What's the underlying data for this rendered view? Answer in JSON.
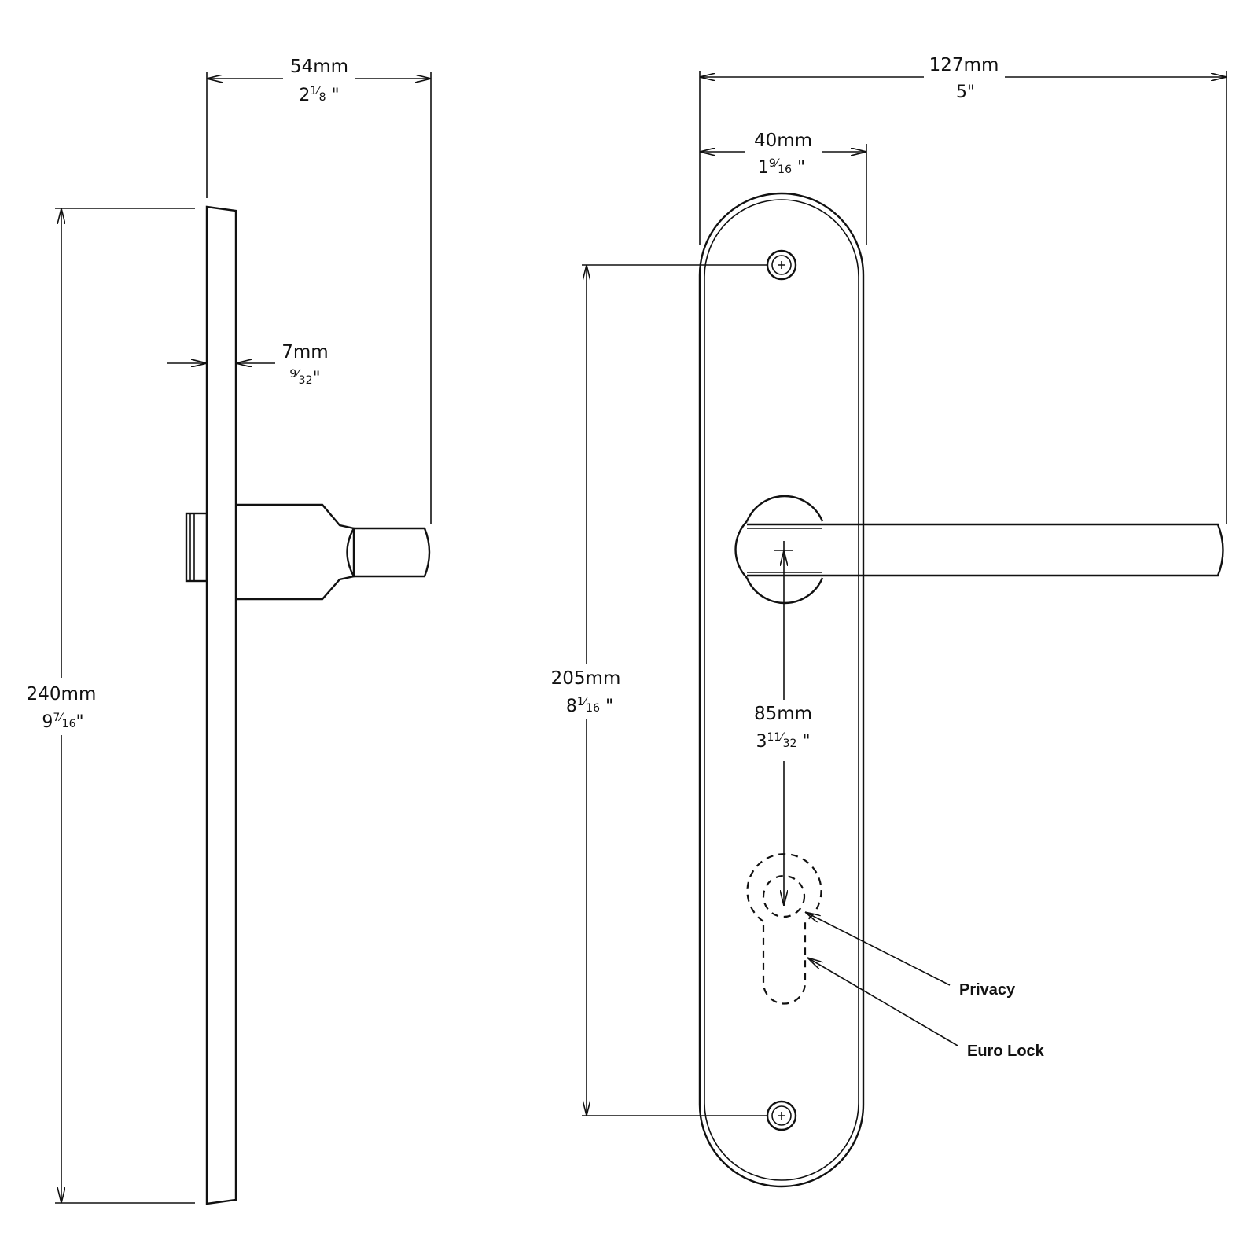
{
  "dimensions": {
    "side_width": {
      "mm": "54mm",
      "in_whole": "2",
      "in_num": "1",
      "in_den": "8",
      "in_mark": "\""
    },
    "plate_thickness": {
      "mm": "7mm",
      "in_whole": "",
      "in_num": "9",
      "in_den": "32",
      "in_mark": "\""
    },
    "overall_height": {
      "mm": "240mm",
      "in_whole": "9",
      "in_num": "7",
      "in_den": "16",
      "in_mark": "\""
    },
    "overall_projection": {
      "mm": "127mm",
      "in_text": "5\""
    },
    "plate_width": {
      "mm": "40mm",
      "in_whole": "1",
      "in_num": "9",
      "in_den": "16",
      "in_mark": "\""
    },
    "screw_centers": {
      "mm": "205mm",
      "in_whole": "8",
      "in_num": "1",
      "in_den": "16",
      "in_mark": "\""
    },
    "backset": {
      "mm": "85mm",
      "in_whole": "3",
      "in_num": "11",
      "in_den": "32",
      "in_mark": "\""
    }
  },
  "callouts": {
    "privacy": "Privacy",
    "euro_lock": "Euro Lock"
  }
}
